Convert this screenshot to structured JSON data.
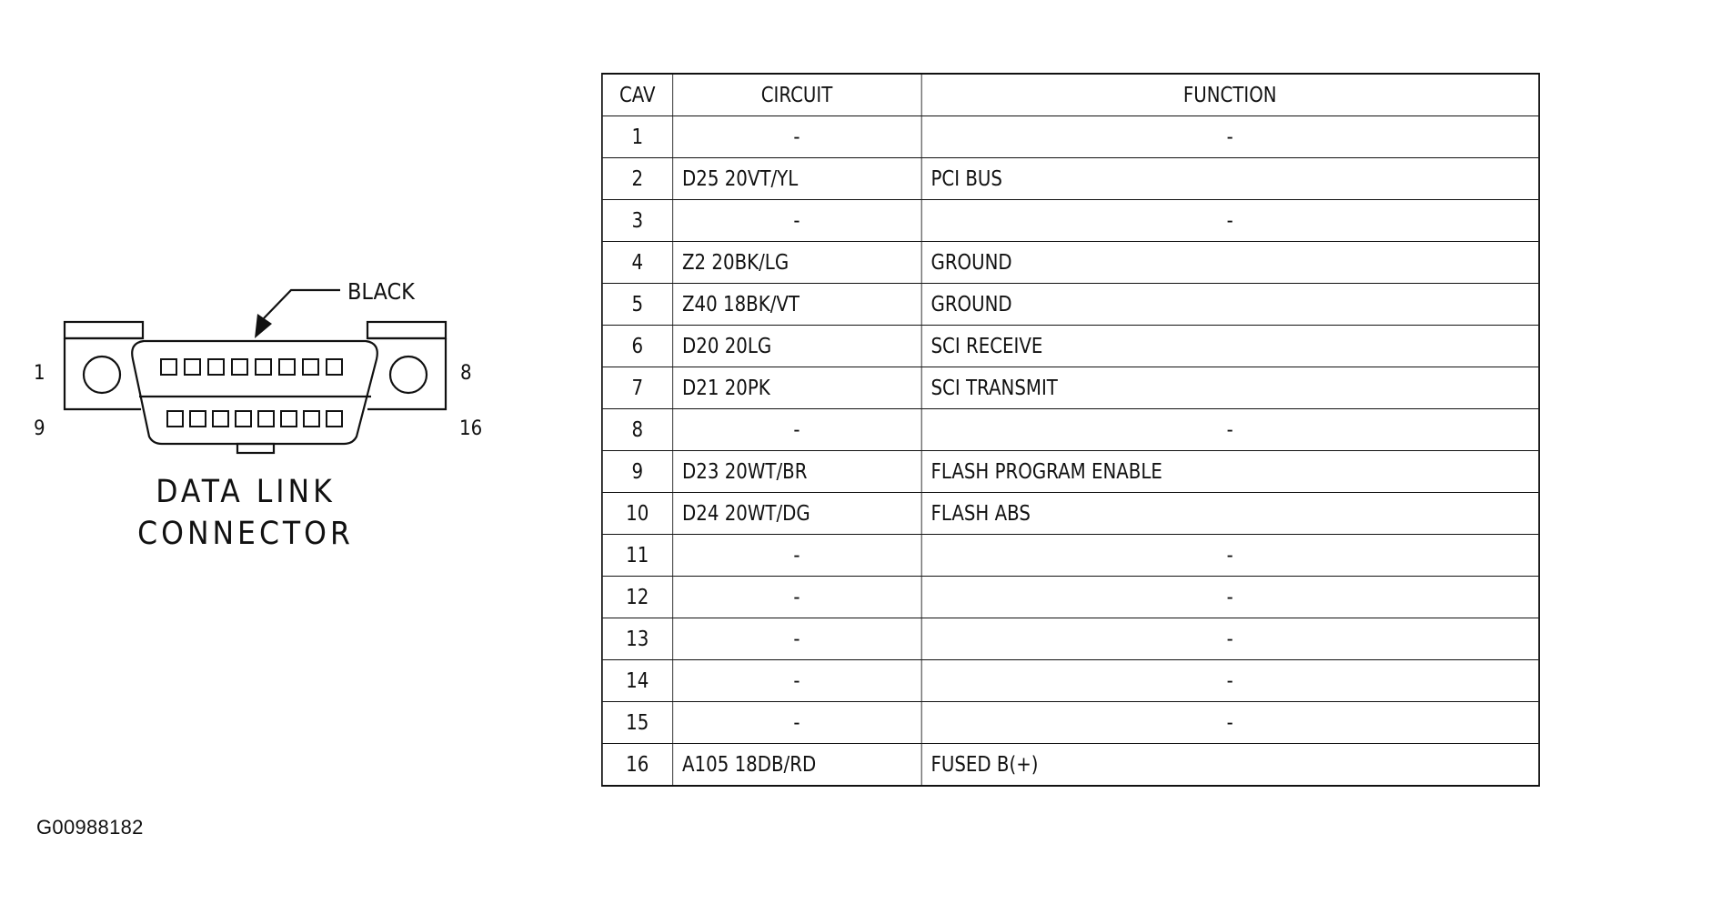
{
  "connector": {
    "callout_label": "BLACK",
    "pin_label_top_left": "1",
    "pin_label_top_right": "8",
    "pin_label_bottom_left": "9",
    "pin_label_bottom_right": "16",
    "caption_line1": "DATA LINK",
    "caption_line2": "CONNECTOR",
    "pins_per_row": 8
  },
  "table": {
    "headers": {
      "cav": "CAV",
      "circuit": "CIRCUIT",
      "function": "FUNCTION"
    },
    "rows": [
      {
        "cav": "1",
        "circuit": "-",
        "function": "-"
      },
      {
        "cav": "2",
        "circuit": "D25 20VT/YL",
        "function": "PCI BUS"
      },
      {
        "cav": "3",
        "circuit": "-",
        "function": "-"
      },
      {
        "cav": "4",
        "circuit": "Z2 20BK/LG",
        "function": "GROUND"
      },
      {
        "cav": "5",
        "circuit": "Z40 18BK/VT",
        "function": "GROUND"
      },
      {
        "cav": "6",
        "circuit": "D20 20LG",
        "function": "SCI RECEIVE"
      },
      {
        "cav": "7",
        "circuit": "D21 20PK",
        "function": "SCI TRANSMIT"
      },
      {
        "cav": "8",
        "circuit": "-",
        "function": "-"
      },
      {
        "cav": "9",
        "circuit": "D23 20WT/BR",
        "function": "FLASH PROGRAM ENABLE"
      },
      {
        "cav": "10",
        "circuit": "D24 20WT/DG",
        "function": "FLASH ABS"
      },
      {
        "cav": "11",
        "circuit": "-",
        "function": "-"
      },
      {
        "cav": "12",
        "circuit": "-",
        "function": "-"
      },
      {
        "cav": "13",
        "circuit": "-",
        "function": "-"
      },
      {
        "cav": "14",
        "circuit": "-",
        "function": "-"
      },
      {
        "cav": "15",
        "circuit": "-",
        "function": "-"
      },
      {
        "cav": "16",
        "circuit": "A105 18DB/RD",
        "function": "FUSED B(+)"
      }
    ]
  },
  "figure_id": "G00988182"
}
